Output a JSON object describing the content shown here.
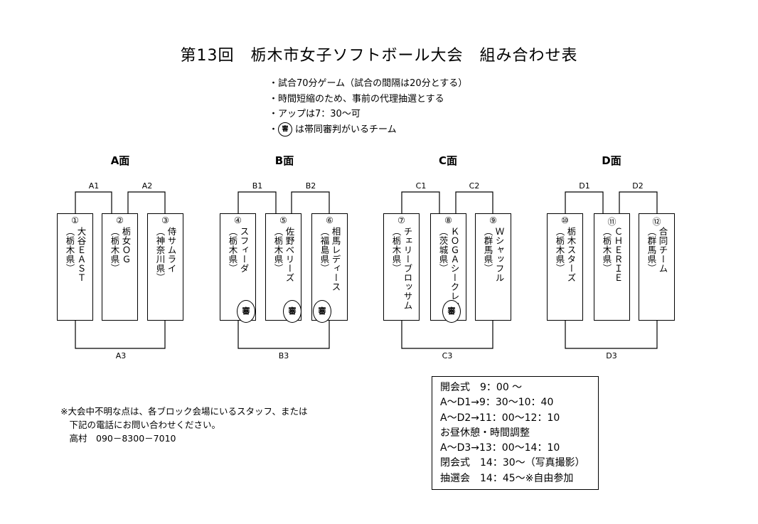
{
  "title": "第13回　栃木市女子ソフトボール大会　組み合わせ表",
  "notes": [
    "・試合70分ゲーム（試合の間隔は20分とする）",
    "・時間短縮のため、事前の代理抽選とする",
    "・アップは7：30～可"
  ],
  "notes_ref_prefix": "・",
  "notes_ref_suffix": "は帯同審判がいるチーム",
  "ref_mark": "審",
  "groups": [
    {
      "name": "A面",
      "matches": [
        "A1",
        "A2",
        "A3"
      ],
      "teams": [
        {
          "num": "①",
          "name": "大谷ＥＡＳＴ",
          "pref": "（栃木県）",
          "ref": false
        },
        {
          "num": "②",
          "name": "栃女ＯＧ",
          "pref": "（栃木県）",
          "ref": false
        },
        {
          "num": "③",
          "name": "侍サムライ",
          "pref": "（神奈川県）",
          "ref": false
        }
      ]
    },
    {
      "name": "B面",
      "matches": [
        "B1",
        "B2",
        "B3"
      ],
      "teams": [
        {
          "num": "④",
          "name": "スフィーダ",
          "pref": "（栃木県）",
          "ref": true
        },
        {
          "num": "⑤",
          "name": "佐野ベリーズ",
          "pref": "（栃木県）",
          "ref": true
        },
        {
          "num": "⑥",
          "name": "相馬レディース",
          "pref": "（福島県）",
          "ref": true
        }
      ]
    },
    {
      "name": "C面",
      "matches": [
        "C1",
        "C2",
        "C3"
      ],
      "teams": [
        {
          "num": "⑦",
          "name": "チェリーブロッサム",
          "pref": "（栃木県）",
          "ref": false
        },
        {
          "num": "⑧",
          "name": "ＫＯＧＡシークレット",
          "pref": "（茨城県）",
          "ref": true
        },
        {
          "num": "⑨",
          "name": "Ｗシャッフル",
          "pref": "（群馬県）",
          "ref": false
        }
      ]
    },
    {
      "name": "D面",
      "matches": [
        "D1",
        "D2",
        "D3"
      ],
      "teams": [
        {
          "num": "⑩",
          "name": "栃木スターズ",
          "pref": "（栃木県）",
          "ref": false
        },
        {
          "num": "⑪",
          "name": "ＣＨＥＲＩＥ",
          "pref": "（栃木県）",
          "ref": false
        },
        {
          "num": "⑫",
          "name": "合同チーム",
          "pref": "（群馬県）",
          "ref": false
        }
      ]
    }
  ],
  "footnote": [
    "※大会中不明な点は、各ブロック会場にいるスタッフ、または",
    "　下記の電話にお問い合わせください。",
    "　高村　090－8300－7010"
  ],
  "schedule": [
    "開会式　9：00 ～",
    "A～D1→9：30～10：40",
    "A～D2→11：00～12：10",
    "お昼休憩・時間調整",
    "A～D3→13：00～14：10",
    "閉会式　14：30～（写真撮影）",
    "抽選会　14：45～※自由参加"
  ]
}
